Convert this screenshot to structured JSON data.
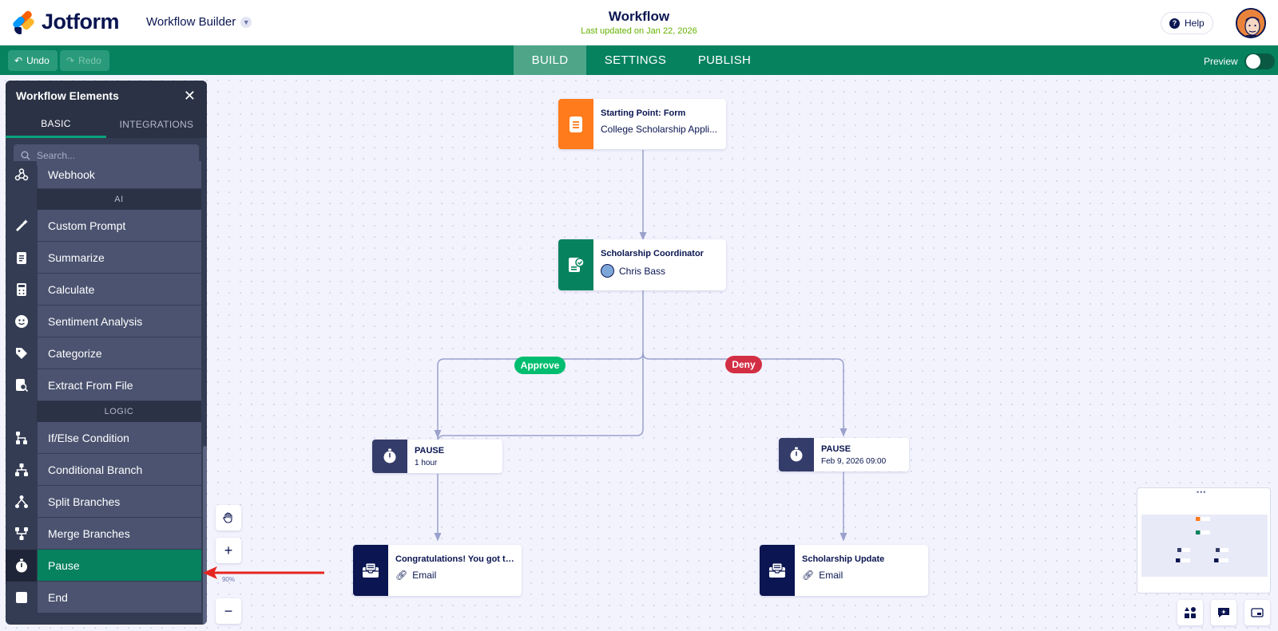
{
  "header": {
    "logo_text": "Jotform",
    "builder_menu_label": "Workflow Builder",
    "title": "Workflow",
    "last_updated": "Last updated on Jan 22, 2026",
    "help_label": "Help"
  },
  "nav": {
    "undo_label": "Undo",
    "redo_label": "Redo",
    "tabs": [
      {
        "label": "BUILD",
        "active": true
      },
      {
        "label": "SETTINGS",
        "active": false
      },
      {
        "label": "PUBLISH",
        "active": false
      }
    ],
    "preview_label": "Preview"
  },
  "sidebar": {
    "title": "Workflow Elements",
    "tabs": [
      {
        "label": "BASIC",
        "active": true
      },
      {
        "label": "INTEGRATIONS",
        "active": false
      }
    ],
    "search_placeholder": "Search...",
    "sections": {
      "ai": "AI",
      "logic": "LOGIC"
    },
    "items": [
      {
        "label": "Webhook",
        "icon": "webhook-icon"
      },
      {
        "label": "Custom Prompt",
        "icon": "magic-wand-icon"
      },
      {
        "label": "Summarize",
        "icon": "summarize-doc-icon"
      },
      {
        "label": "Calculate",
        "icon": "calculator-icon"
      },
      {
        "label": "Sentiment Analysis",
        "icon": "smiley-icon"
      },
      {
        "label": "Categorize",
        "icon": "tag-icon"
      },
      {
        "label": "Extract From File",
        "icon": "file-search-icon"
      },
      {
        "label": "If/Else Condition",
        "icon": "if-else-icon"
      },
      {
        "label": "Conditional Branch",
        "icon": "branch-icon"
      },
      {
        "label": "Split Branches",
        "icon": "split-icon"
      },
      {
        "label": "Merge Branches",
        "icon": "merge-icon"
      },
      {
        "label": "Pause",
        "icon": "stopwatch-icon",
        "active": true
      },
      {
        "label": "End",
        "icon": "stop-square-icon"
      }
    ]
  },
  "nodes": {
    "start": {
      "title": "Starting Point: Form",
      "subtitle": "College Scholarship Appli...",
      "color": "#ff7b1c",
      "icon": "form-icon"
    },
    "coordinator": {
      "title": "Scholarship Coordinator",
      "subtitle": "Chris Bass",
      "color": "#06825f",
      "icon": "approval-icon"
    },
    "pause_left": {
      "title": "PAUSE",
      "subtitle": "1 hour",
      "color": "#343c6a",
      "icon": "stopwatch-icon"
    },
    "pause_right": {
      "title": "PAUSE",
      "subtitle": "Feb 9, 2026 09:00",
      "color": "#343c6a",
      "icon": "stopwatch-icon"
    },
    "email_left": {
      "title": "Congratulations! You got the ...",
      "subtitle": "Email",
      "color": "#0a1551",
      "icon": "email-inbox-icon"
    },
    "email_right": {
      "title": "Scholarship Update",
      "subtitle": "Email",
      "color": "#0a1551",
      "icon": "email-inbox-icon"
    }
  },
  "branches": {
    "approve": {
      "label": "Approve",
      "color": "#01bd6f"
    },
    "deny": {
      "label": "Deny",
      "color": "#d32f44"
    }
  },
  "zoom": {
    "level": "90%"
  },
  "colors": {
    "brand_green": "#06825f",
    "edge": "#9aa2cc",
    "annotation_arrow": "#e52520"
  }
}
